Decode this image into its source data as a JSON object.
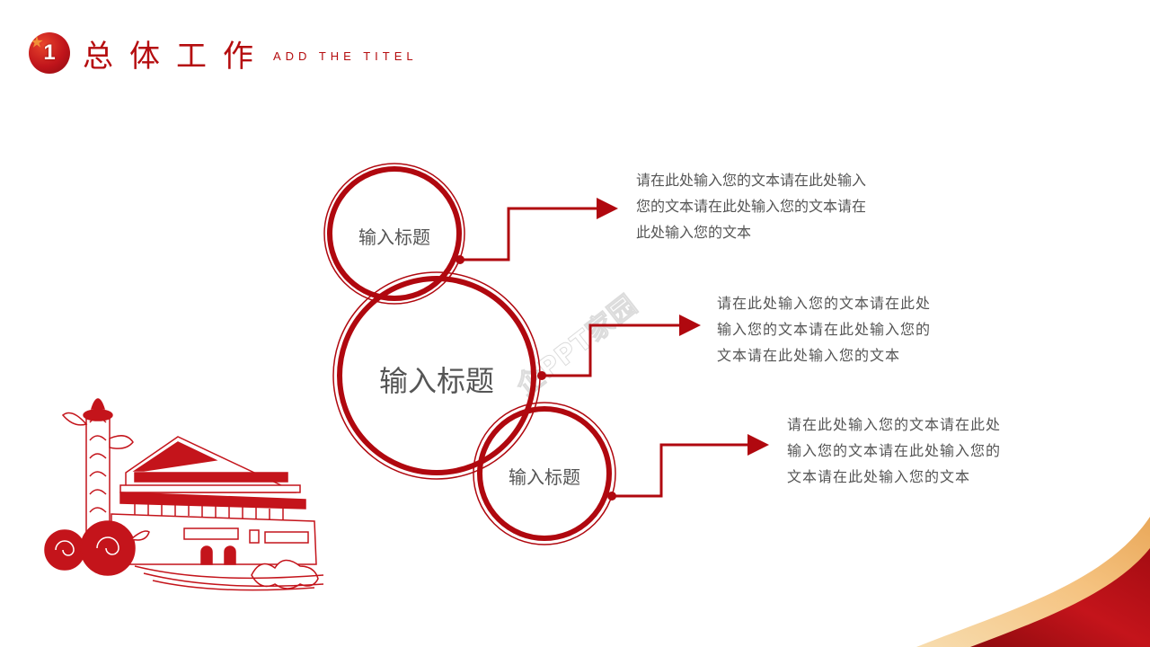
{
  "header": {
    "badge_number": "1",
    "title": "总体工作",
    "subtitle": "ADD THE TITEL"
  },
  "circles": [
    {
      "label": "输入标题",
      "size": "small"
    },
    {
      "label": "输入标题",
      "size": "large"
    },
    {
      "label": "输入标题",
      "size": "small"
    }
  ],
  "descriptions": [
    {
      "lines": [
        "请在此处输入您的文本请在此处输入",
        "您的文本请在此处输入您的文本请在",
        "此处输入您的文本"
      ]
    },
    {
      "lines": [
        "请在此处输入您的文本请在此处",
        "输入您的文本请在此处输入您的",
        "文本请在此处输入您的文本"
      ]
    },
    {
      "lines": [
        "请在此处输入您的文本请在此处",
        "输入您的文本请在此处输入您的",
        "文本请在此处输入您的文本"
      ]
    }
  ],
  "watermark": "企PPT家园",
  "colors": {
    "primary": "#b0080f",
    "text": "#555555",
    "gold": "#f5c98a"
  }
}
